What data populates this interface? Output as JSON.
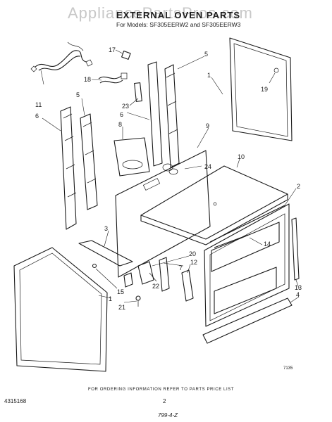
{
  "watermark": "AppliancePartsPros.com",
  "title": "EXTERNAL OVEN PARTS",
  "subtitle": "For Models: SF305EERW2 and SF305EERW3",
  "footer_note": "FOR ORDERING INFORMATION REFER TO PARTS PRICE LIST",
  "doc_number": "4315168",
  "page_number": "2",
  "date_code": "799-4-Z",
  "ref_code": "7135",
  "callouts": {
    "c17": "17",
    "c5a": "5",
    "c1a": "1",
    "c18": "18",
    "c11": "11",
    "c6a": "6",
    "c5b": "5",
    "c23": "23",
    "c6b": "6",
    "c8": "8",
    "c19": "19",
    "c9": "9",
    "c24": "24",
    "c10": "10",
    "c2": "2",
    "c3": "3",
    "c14": "14",
    "c20": "20",
    "c12": "12",
    "c7": "7",
    "c22": "22",
    "c15": "15",
    "c1b": "1",
    "c21": "21",
    "c13": "13",
    "c4": "4"
  }
}
